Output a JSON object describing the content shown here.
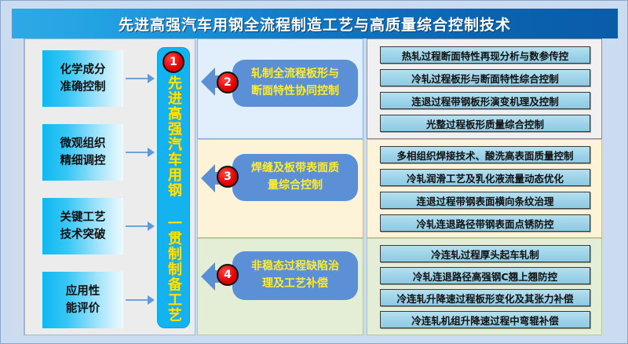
{
  "title": "先进高强汽车用钢全流程制造工艺与高质量综合控制技术",
  "colors": {
    "banner_start": "#2ea9e6",
    "banner_end": "#0a5ca8",
    "center_bar": "#15b2f0",
    "center_text": "#ffe400",
    "badge": "#e00000",
    "mid_box": "#5b8fd6",
    "mid_text": "#ffec2e",
    "right_item": "#9cd3e9",
    "band_cream": "#fdf3d8",
    "band_green": "#e4eed6",
    "band_gray": "#f0f0f0"
  },
  "left_column": {
    "items": [
      {
        "line1": "化学成分",
        "line2": "准确控制"
      },
      {
        "line1": "微观组织",
        "line2": "精细调控"
      },
      {
        "line1": "关键工艺",
        "line2": "技术突破"
      },
      {
        "line1": "应用性",
        "line2": "能评价"
      }
    ]
  },
  "center": {
    "badge": "1",
    "text": "先进高强汽车用钢 一贯制制备工艺"
  },
  "middle_column": {
    "items": [
      {
        "badge": "2",
        "line1": "轧制全流程板形与",
        "line2": "断面特性协同控制"
      },
      {
        "badge": "3",
        "line1": "焊缝及板带表面质",
        "line2": "量综合控制"
      },
      {
        "badge": "4",
        "line1": "非稳态过程缺陷治",
        "line2": "理及工艺补偿"
      }
    ]
  },
  "right_column": {
    "groups": [
      {
        "items": [
          "热轧过程断面特性再现分析与数参传控",
          "冷轧过程板形与断面特性综合控制",
          "连退过程带钢板形演变机理及控制",
          "光整过程板形质量综合控制"
        ]
      },
      {
        "items": [
          "多相组织焊接技术、酸洗高表面质量控制",
          "冷轧润滑工艺及乳化液流量动态优化",
          "连退过程带钢表面横向条纹治理",
          "冷轧连退路径带钢表面点锈防控"
        ]
      },
      {
        "items": [
          "冷连轧过程厚头起车轧制",
          "冷轧连退路径高强钢C翘上翘防控",
          "冷连轧升降速过程板形变化及其张力补偿",
          "冷连轧机组升降速过程中弯辊补偿"
        ]
      }
    ]
  }
}
